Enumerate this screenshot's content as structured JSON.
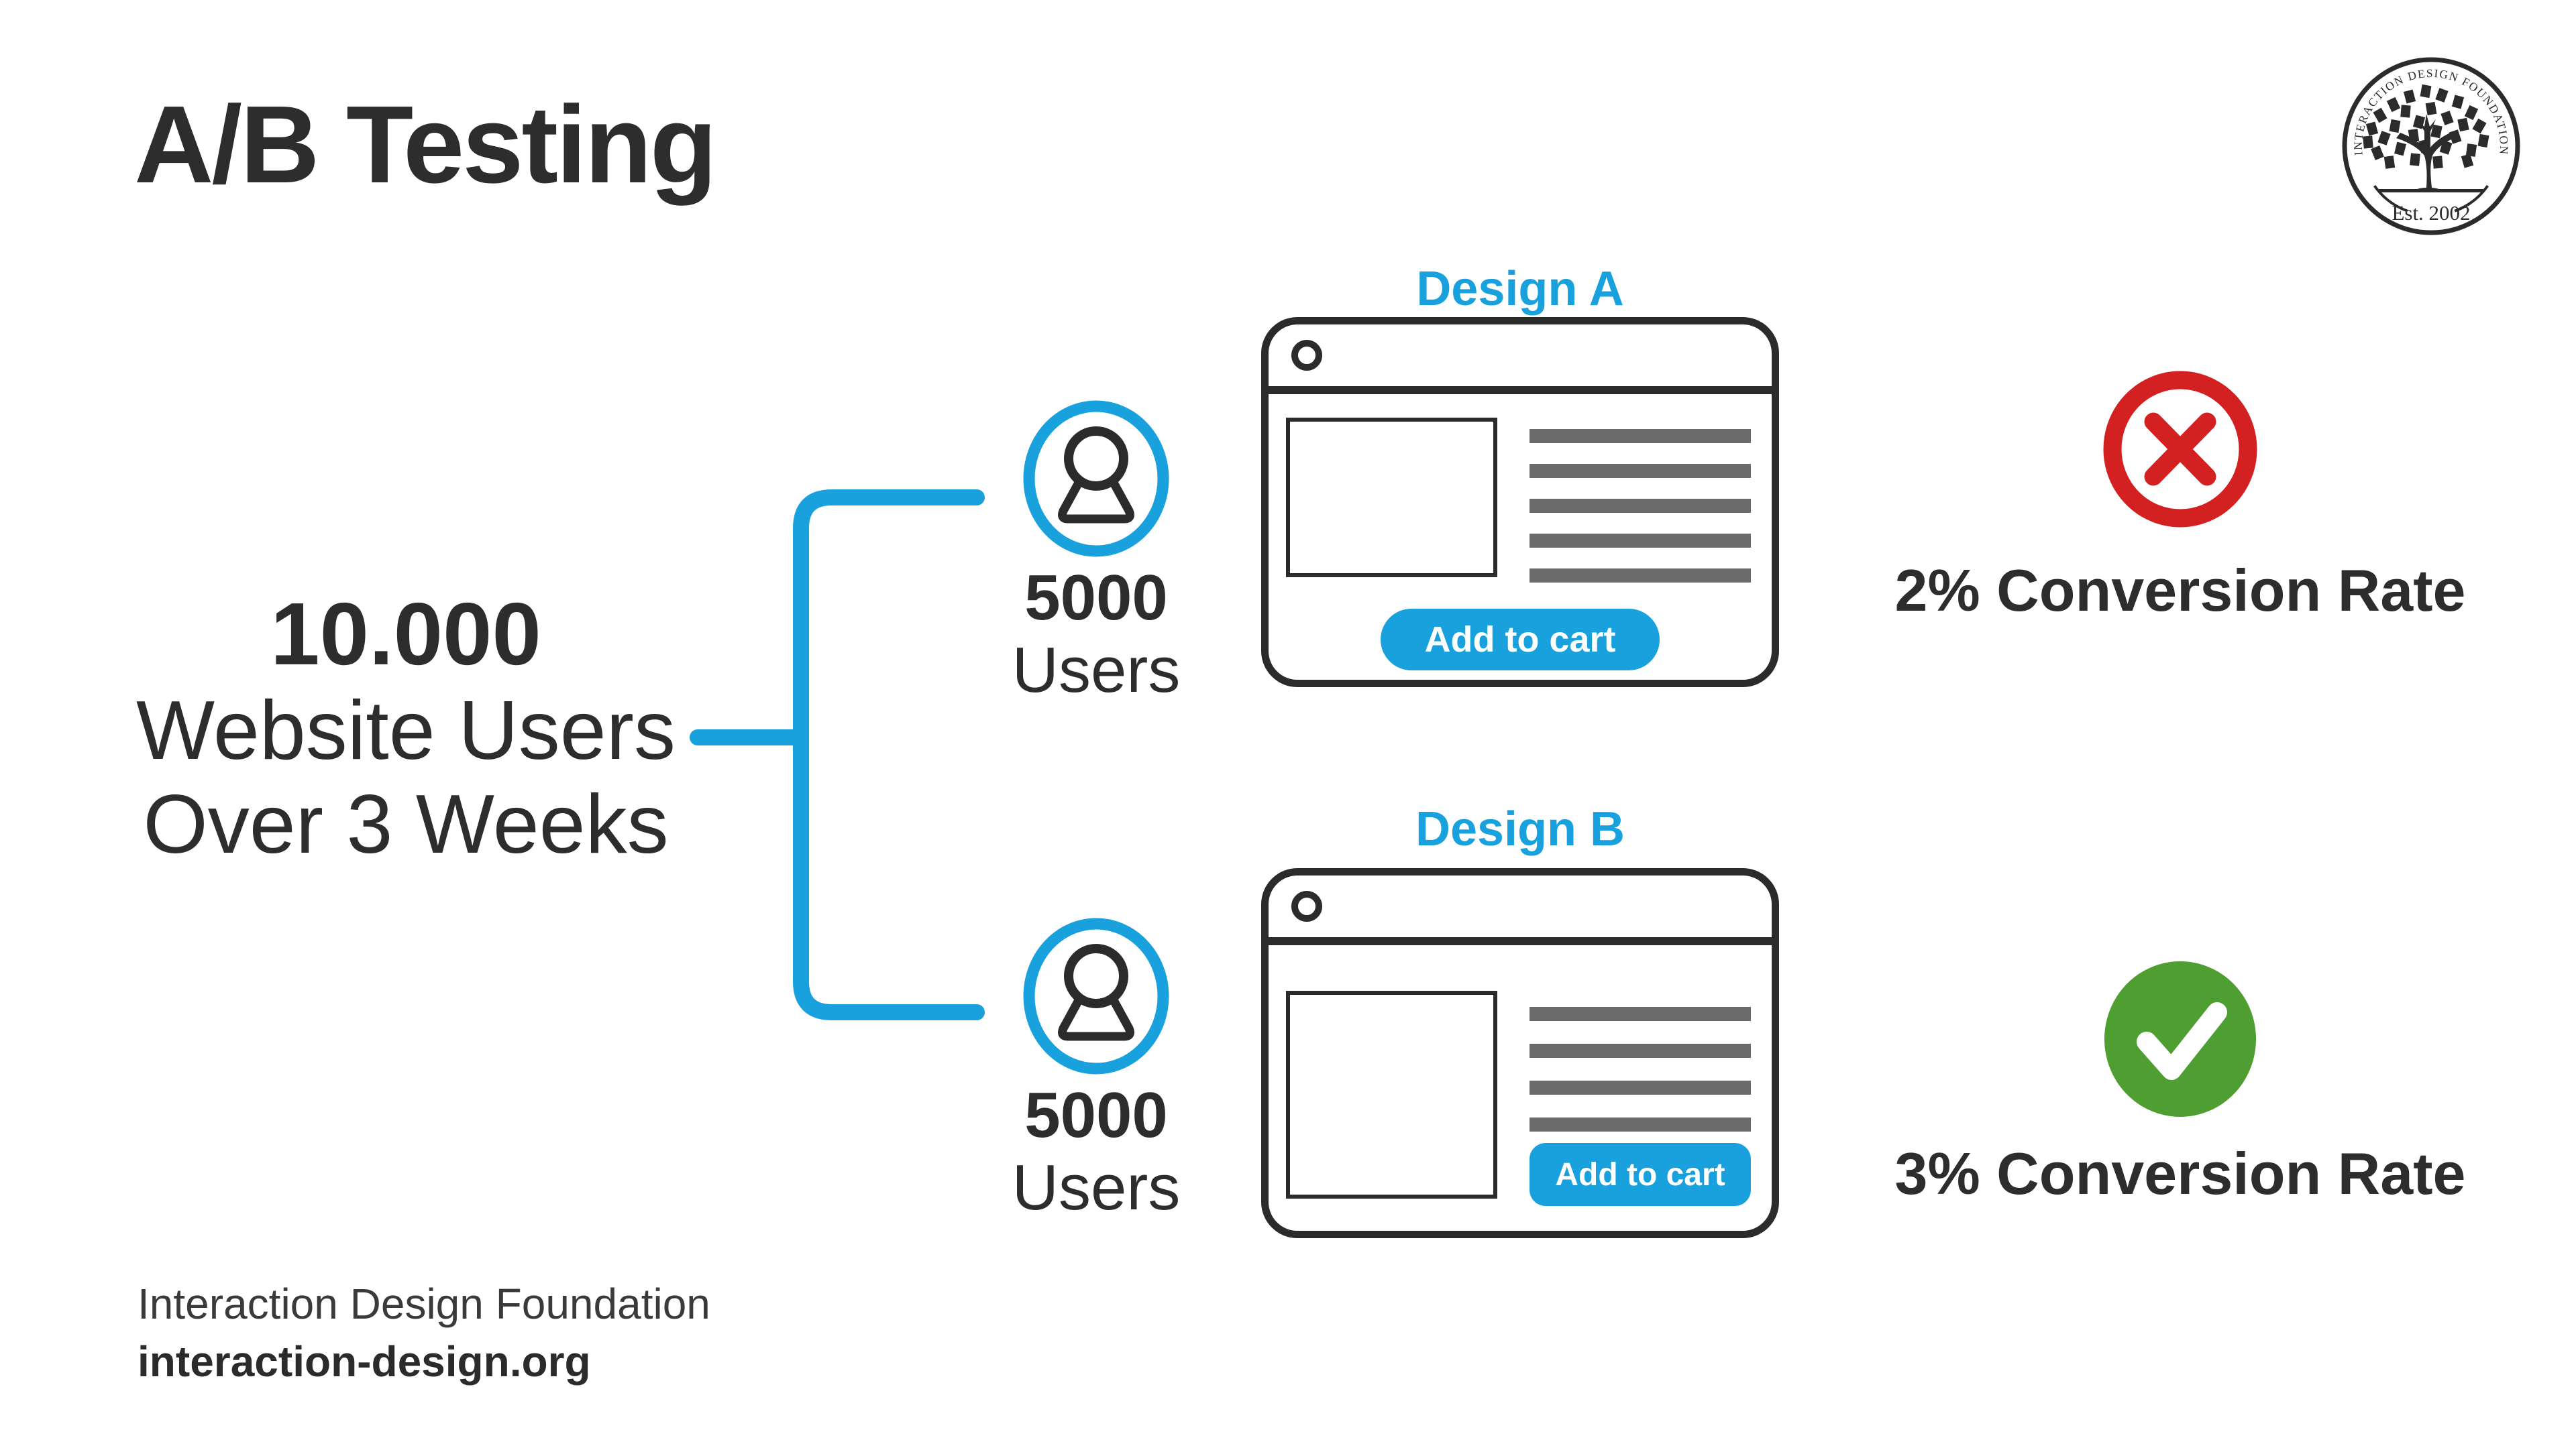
{
  "title": "A/B Testing",
  "logo": {
    "ring_text": "INTERACTION DESIGN FOUNDATION",
    "established": "Est. 2002"
  },
  "sample": {
    "size": "10.000",
    "line2": "Website Users",
    "line3": "Over 3 Weeks"
  },
  "branches": [
    {
      "users_value": "5000",
      "users_label": "Users",
      "design_label": "Design A",
      "button_label": "Add to cart",
      "text_line_count": 5,
      "result": {
        "icon": "cross-icon",
        "status_color": "#d32021",
        "text": "2% Conversion Rate"
      }
    },
    {
      "users_value": "5000",
      "users_label": "Users",
      "design_label": "Design B",
      "button_label": "Add to cart",
      "text_line_count": 4,
      "result": {
        "icon": "check-icon",
        "status_color": "#4f9e31",
        "text": "3% Conversion Rate"
      }
    }
  ],
  "footer": {
    "org_name": "Interaction Design Foundation",
    "website": "interaction-design.org"
  },
  "colors": {
    "accent_blue": "#18a1dd",
    "error_red": "#d32021",
    "success_green": "#4f9e31",
    "ink": "#2d2d2d",
    "window_border": "#2b2b2b",
    "text_line_gray": "#6b6b6b"
  }
}
